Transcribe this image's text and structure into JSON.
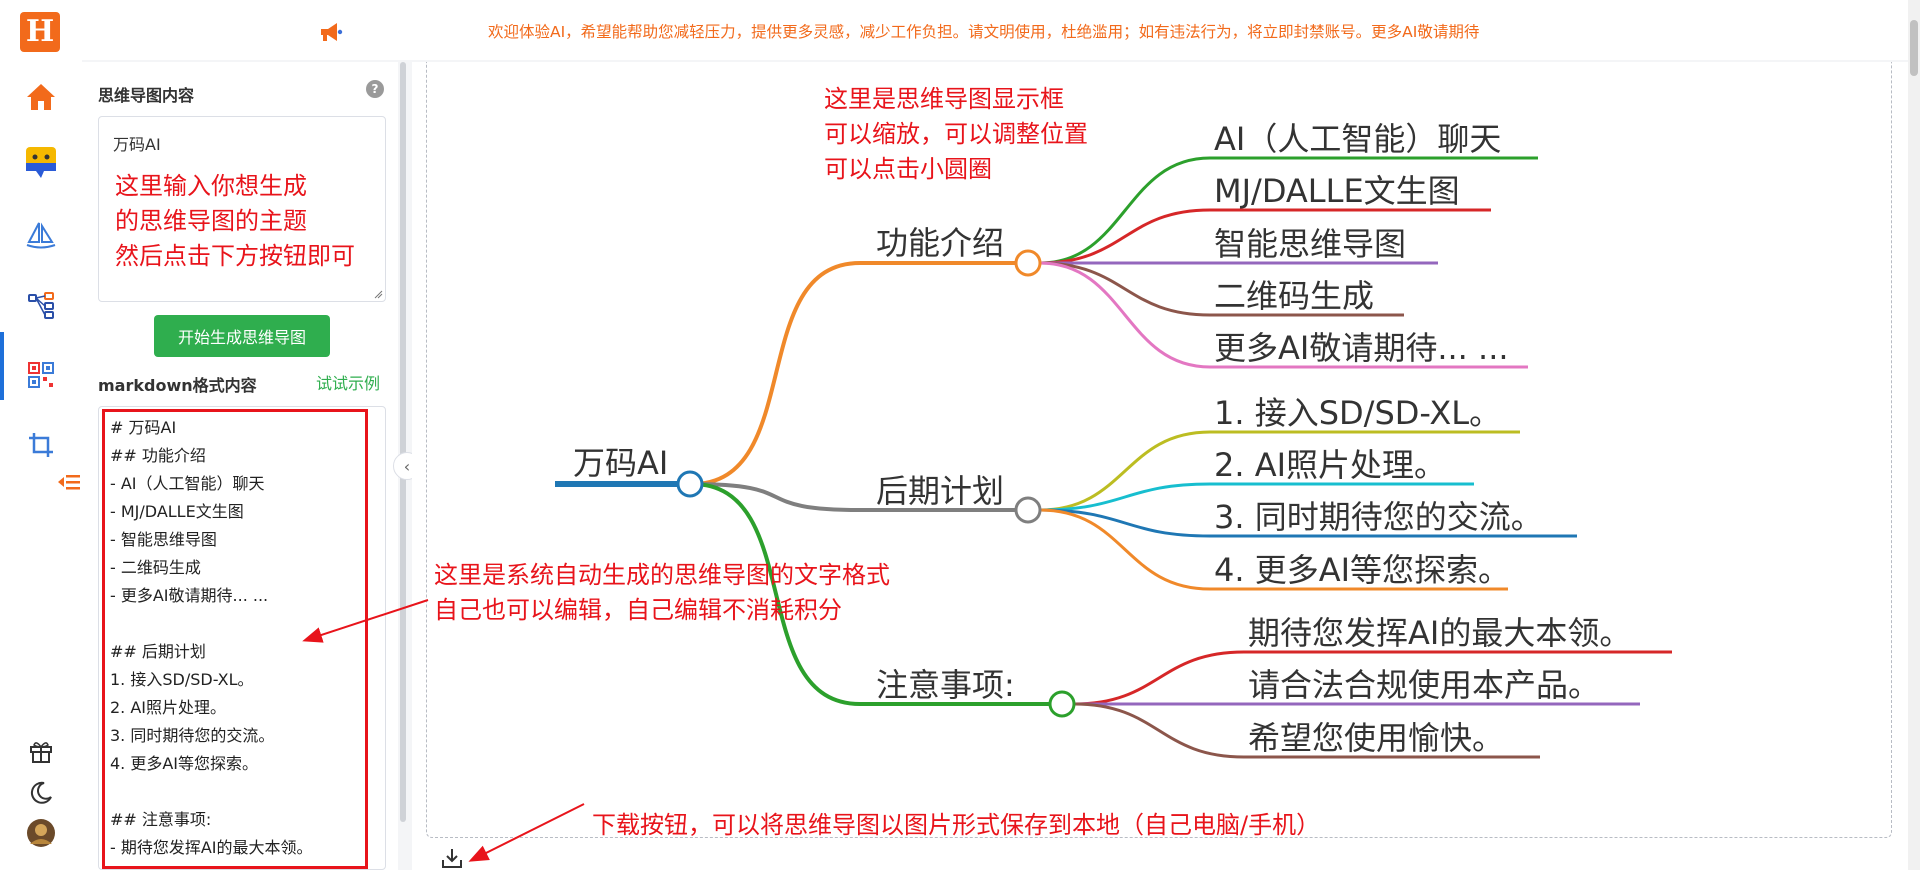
{
  "header": {
    "logo_letter": "H",
    "notice": "欢迎体验AI，希望能帮助您减轻压力，提供更多灵感，减少工作负担。请文明使用，杜绝滥用；如有违法行为，将立即封禁账号。更多AI敬请期待"
  },
  "rail": {
    "icons": [
      "home-icon",
      "chat-bot-icon",
      "sailboat-icon",
      "mindmap-icon",
      "qrcode-icon",
      "crop-icon"
    ],
    "active": "mindmap-icon",
    "bottom_icons": [
      "gift-icon",
      "moon-icon",
      "avatar"
    ]
  },
  "panel": {
    "title": "思维导图内容",
    "topic_value": "万码AI",
    "topic_annotation": [
      "这里输入你想生成",
      "的思维导图的主题",
      "然后点击下方按钮即可"
    ],
    "generate_button": "开始生成思维导图",
    "markdown_title": "markdown格式内容",
    "example_link": "试试示例",
    "markdown_lines": [
      "# 万码AI",
      "## 功能介绍",
      "- AI（人工智能）聊天",
      "- MJ/DALLE文生图",
      "- 智能思维导图",
      "- 二维码生成",
      "- 更多AI敬请期待... ...",
      "",
      "## 后期计划",
      "1. 接入SD/SD-XL。",
      "2. AI照片处理。",
      "3. 同时期待您的交流。",
      "4. 更多AI等您探索。",
      "",
      "## 注意事项:",
      "- 期待您发挥AI的最大本领。"
    ]
  },
  "mindmap": {
    "root": "万码AI",
    "branches": [
      {
        "label": "功能介绍",
        "color": "#f0892a",
        "children": [
          {
            "label": "AI（人工智能）聊天",
            "color": "#2ca02c"
          },
          {
            "label": "MJ/DALLE文生图",
            "color": "#d62728"
          },
          {
            "label": "智能思维导图",
            "color": "#9467bd"
          },
          {
            "label": "二维码生成",
            "color": "#8c564b"
          },
          {
            "label": "更多AI敬请期待... ...",
            "color": "#e377c2"
          }
        ]
      },
      {
        "label": "后期计划",
        "color": "#7f7f7f",
        "children": [
          {
            "label": "1. 接入SD/SD-XL。",
            "color": "#bcbd22"
          },
          {
            "label": "2. AI照片处理。",
            "color": "#17becf"
          },
          {
            "label": "3. 同时期待您的交流。",
            "color": "#1f77b4"
          },
          {
            "label": "4. 更多AI等您探索。",
            "color": "#f0892a"
          }
        ]
      },
      {
        "label": "注意事项:",
        "color": "#2ca02c",
        "children": [
          {
            "label": "期待您发挥AI的最大本领。",
            "color": "#d62728"
          },
          {
            "label": "请合法合规使用本产品。",
            "color": "#9467bd"
          },
          {
            "label": "希望您使用愉快。",
            "color": "#8c564b"
          }
        ]
      }
    ],
    "root_color": "#1f77b4"
  },
  "annotations": {
    "display": [
      "这里是思维导图显示框",
      "可以缩放，可以调整位置",
      "可以点击小圆圈"
    ],
    "markdown": [
      "这里是系统自动生成的思维导图的文字格式",
      "自己也可以编辑，自己编辑不消耗积分"
    ],
    "download": "下载按钮，可以将思维导图以图片形式保存到本地（自己电脑/手机）"
  },
  "colors": {
    "accent": "#f26a1b",
    "button_green": "#2fae4e",
    "annotation_red": "#e8141b",
    "active_blue": "#1e6fd9"
  }
}
